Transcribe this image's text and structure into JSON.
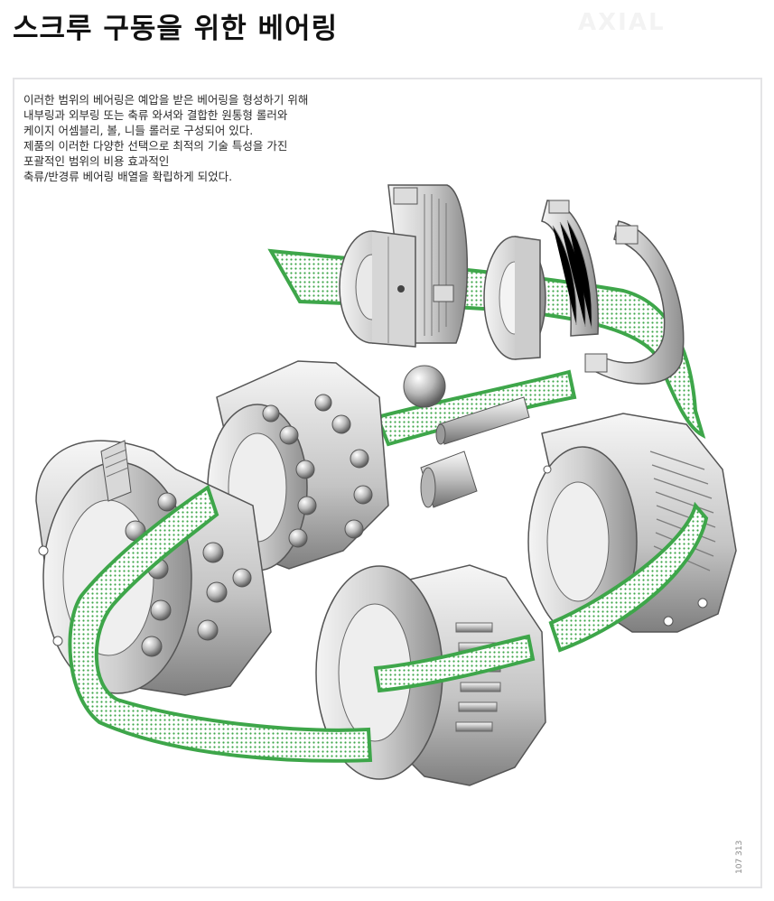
{
  "header": {
    "title": "스크루 구동을 위한 베어링"
  },
  "intro": {
    "lines": [
      "이러한 범위의 베어링은 예압을 받은 베어링을 형성하기 위해",
      "내부링과 외부링 또는 축류 와셔와 결합한 원통형 롤러와",
      "케이지 어셈블리, 볼, 니들 롤러로 구성되어 있다.",
      "제품의 이러한 다양한 선택으로 최적의 기술 특성을 가진",
      "포괄적인 범위의 비용 효과적인",
      "축류/반경류 베어링 배열을 확립하게 되었다."
    ]
  },
  "figure": {
    "code": "107 313"
  },
  "colors": {
    "ribbon": "#3ea64a",
    "ribbon_fill": "#cfe9cf",
    "metal_light": "#f2f2f2",
    "metal_mid": "#c8c8c8",
    "metal_dark": "#8c8c8c"
  }
}
